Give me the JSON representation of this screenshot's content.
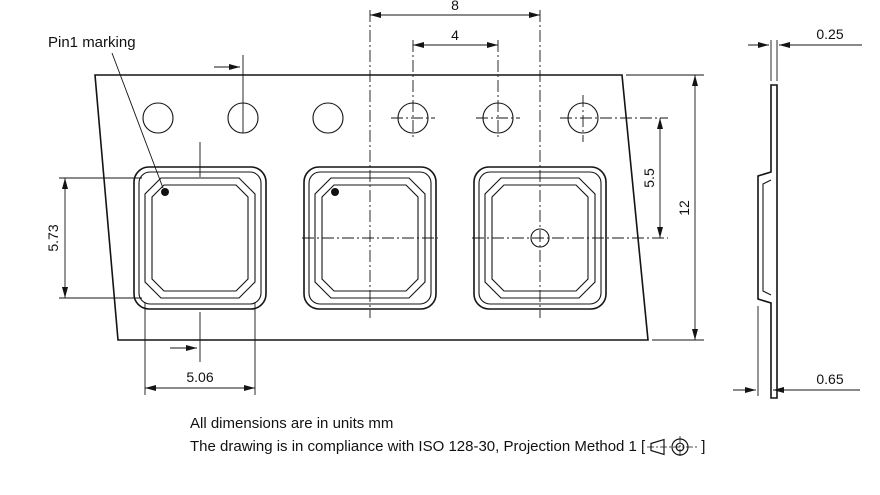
{
  "drawing": {
    "pin1_label": "Pin1 marking",
    "dims": {
      "pocket_pitch": "8",
      "sprocket_pitch": "4",
      "hole_to_pocket": "5.5",
      "tape_width": "12",
      "pocket_length": "5.73",
      "pocket_width": "5.06",
      "tape_thickness": "0.25",
      "pocket_depth": "0.65"
    },
    "notes": {
      "units": "All dimensions are in units mm",
      "compliance_prefix": "The drawing is in compliance with ISO 128-30, Projection Method 1 [",
      "compliance_suffix": "]",
      "projection_icon": "first-angle-projection-symbol"
    },
    "colors": {
      "line": "#141414",
      "background": "#ffffff"
    }
  }
}
